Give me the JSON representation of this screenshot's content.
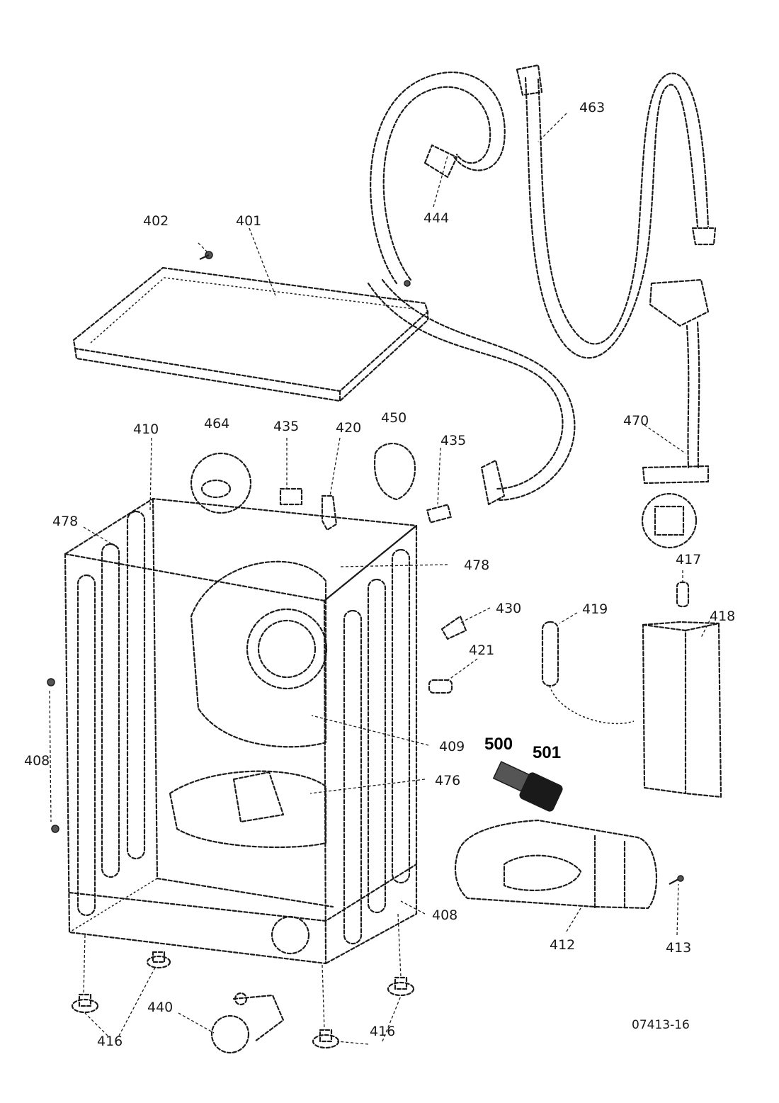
{
  "callouts": {
    "c401": "401",
    "c402": "402",
    "c444": "444",
    "c463": "463",
    "c410": "410",
    "c464": "464",
    "c435a": "435",
    "c420": "420",
    "c450": "450",
    "c435b": "435",
    "c470": "470",
    "c478a": "478",
    "c478b": "478",
    "c430": "430",
    "c421": "421",
    "c419": "419",
    "c417": "417",
    "c418": "418",
    "c409": "409",
    "c500": "500",
    "c501": "501",
    "c476": "476",
    "c408a": "408",
    "c408b": "408",
    "c412": "412",
    "c413": "413",
    "c440": "440",
    "c416a": "416",
    "c416b": "416"
  },
  "reference_code": "07413-16"
}
